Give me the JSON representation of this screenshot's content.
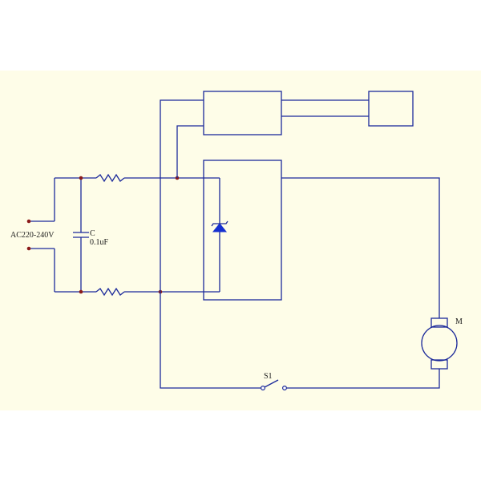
{
  "labels": {
    "supply": "AC220-240V",
    "cap_name": "C",
    "cap_value": "0.1uF",
    "switch": "S1",
    "motor": "M"
  },
  "colors": {
    "background": "#FEFDE8",
    "wire": "#1C2A9A",
    "junction": "#8B1A1A",
    "zener_fill": "#1530D0",
    "text": "#1A1A1A"
  }
}
